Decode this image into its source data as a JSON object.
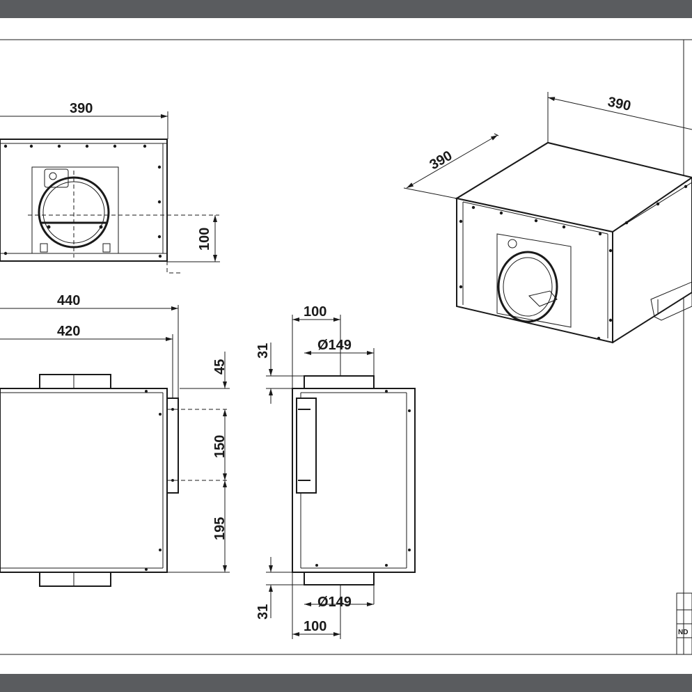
{
  "colors": {
    "frame": "#5a5c5f",
    "line": "#1a1a1a",
    "paper": "#ffffff"
  },
  "dimensions": {
    "top_view_width": "390",
    "top_view_height": "100",
    "iso_width": "390",
    "iso_depth": "390",
    "front_total_width": "440",
    "front_body_width": "420",
    "front_top_offset": "45",
    "front_bracket_height": "150",
    "front_lower_height": "195",
    "side_spigot_offset_top": "100",
    "side_spigot_diameter_top": "Ø149",
    "side_spigot_height_top": "31",
    "side_spigot_diameter_bottom": "Ø149",
    "side_spigot_height_bottom": "31",
    "side_spigot_offset_bottom": "100"
  },
  "title_block": {
    "label": "ND"
  }
}
